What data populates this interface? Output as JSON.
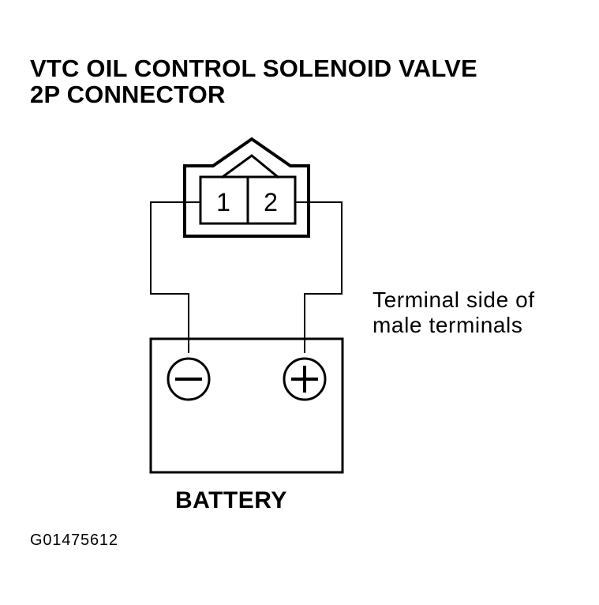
{
  "title": {
    "line1": "VTC OIL CONTROL SOLENOID VALVE",
    "line2": "2P CONNECTOR"
  },
  "connector": {
    "pin_left": "1",
    "pin_right": "2"
  },
  "note": {
    "line1": "Terminal side of",
    "line2": "male terminals"
  },
  "battery": {
    "label": "BATTERY",
    "negative_icon": "minus-circle-icon",
    "positive_icon": "plus-circle-icon"
  },
  "figure_id": "G01475612",
  "colors": {
    "line": "#000000",
    "background": "#ffffff"
  }
}
